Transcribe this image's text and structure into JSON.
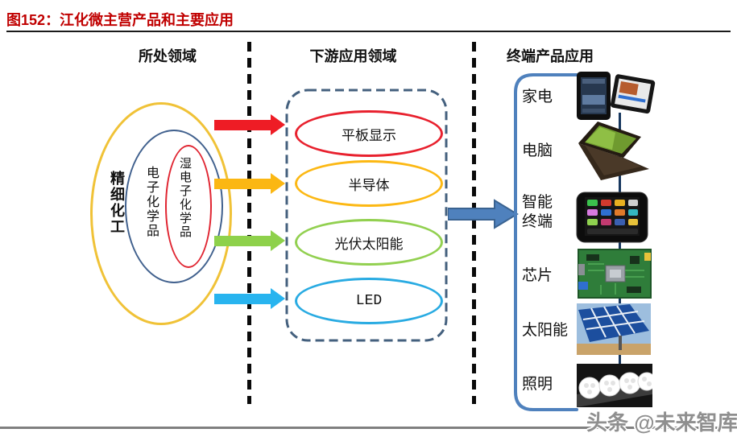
{
  "title": "图152：江化微主营产品和主要应用",
  "columns": {
    "left": "所处领域",
    "middle": "下游应用领域",
    "right": "终端产品应用"
  },
  "venn": {
    "outer_label": "精细化工",
    "middle_label": "电子化学品",
    "inner_label": "湿电子化学品",
    "outer_color": "#f0c237",
    "middle_color": "#41618e",
    "inner_color": "#e02531"
  },
  "flow_arrows": [
    {
      "name": "red-arrow",
      "color": "#ee1c25"
    },
    {
      "name": "orange-arrow",
      "color": "#fbb713"
    },
    {
      "name": "green-arrow",
      "color": "#8ed14b"
    },
    {
      "name": "cyan-arrow",
      "color": "#28b4ef"
    }
  ],
  "applications": {
    "box_border_color": "#44607e",
    "items": [
      {
        "label": "平板显示",
        "color": "#e8212e"
      },
      {
        "label": "半导体",
        "color": "#fcb813"
      },
      {
        "label": "光伏太阳能",
        "color": "#92d050"
      },
      {
        "label": "LED",
        "color": "#29abe2"
      }
    ]
  },
  "main_arrow_color": "#4f81bd",
  "terminal": {
    "bracket_color": "#4f81bd",
    "items": [
      {
        "label": "家电",
        "icon": "tablet-devices-image"
      },
      {
        "label": "电脑",
        "icon": "laptop-image"
      },
      {
        "label": "智能终端",
        "icon": "smartphone-image"
      },
      {
        "label": "芯片",
        "icon": "circuit-board-image"
      },
      {
        "label": "太阳能",
        "icon": "solar-panel-image"
      },
      {
        "label": "照明",
        "icon": "led-lights-image"
      }
    ]
  },
  "watermark": "头条 @未来智库"
}
